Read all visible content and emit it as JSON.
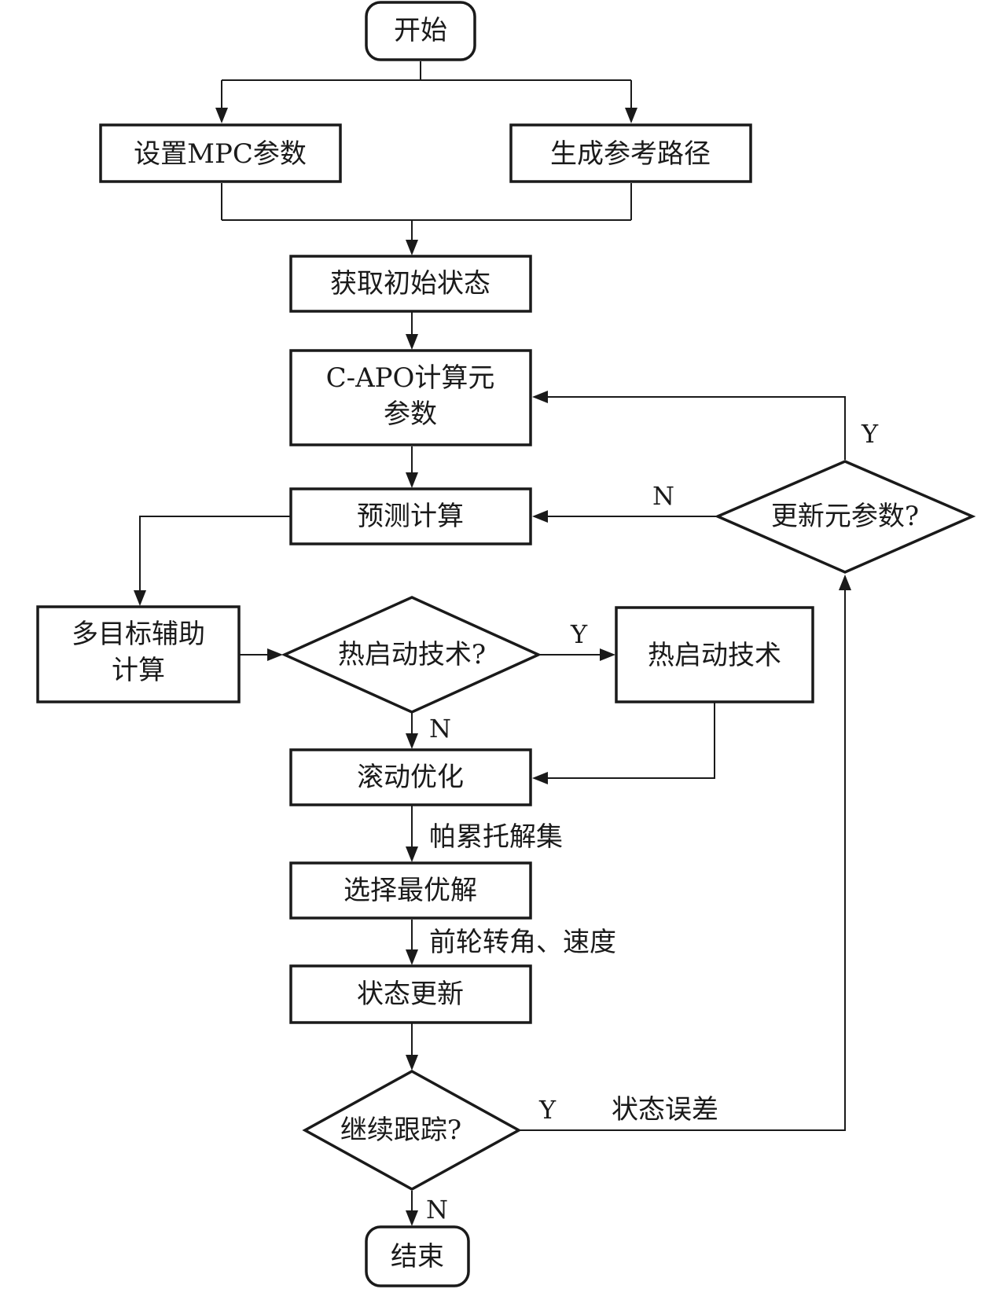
{
  "nodes": {
    "start": "开始",
    "set_mpc": "设置MPC参数",
    "gen_path": "生成参考路径",
    "init_state": "获取初始状态",
    "capo_line1": "C-APO计算元",
    "capo_line2": "参数",
    "predict": "预测计算",
    "update_meta": "更新元参数?",
    "multi_line1": "多目标辅助",
    "multi_line2": "计算",
    "hot_q": "热启动技术?",
    "hot": "热启动技术",
    "rolling": "滚动优化",
    "select": "选择最优解",
    "state_update": "状态更新",
    "continue_q": "继续跟踪?",
    "end": "结束"
  },
  "edge_labels": {
    "update_yes": "Y",
    "update_no": "N",
    "hot_yes": "Y",
    "hot_no": "N",
    "pareto": "帕累托解集",
    "outputs": "前轮转角、速度",
    "continue_yes": "Y",
    "state_error": "状态误差",
    "continue_no": "N"
  }
}
